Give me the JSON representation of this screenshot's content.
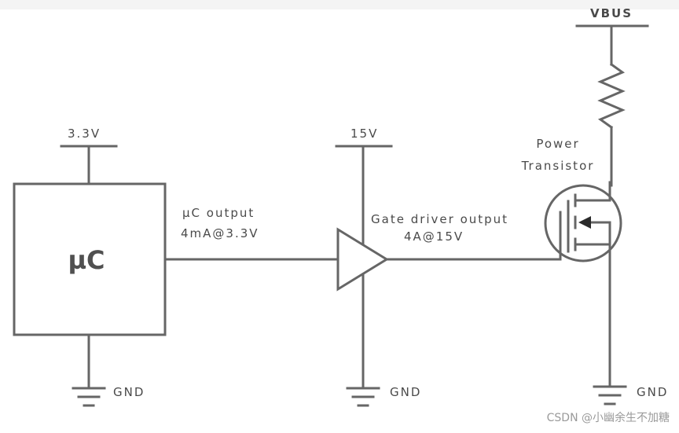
{
  "diagram": {
    "microcontroller": {
      "label": "µC",
      "supply": "3.3V",
      "ground": "GND"
    },
    "uc_output": {
      "line1": "µC output",
      "line2": "4mA@3.3V"
    },
    "gate_driver": {
      "supply": "15V",
      "ground": "GND",
      "output_line1": "Gate driver output",
      "output_line2": "4A@15V"
    },
    "power_transistor": {
      "line1": "Power",
      "line2": "Transistor",
      "supply": "VBUS",
      "ground": "GND"
    },
    "colors": {
      "wire": "#666666",
      "text": "#4a4a4a"
    }
  },
  "watermark": "CSDN @小幽余生不加糖"
}
